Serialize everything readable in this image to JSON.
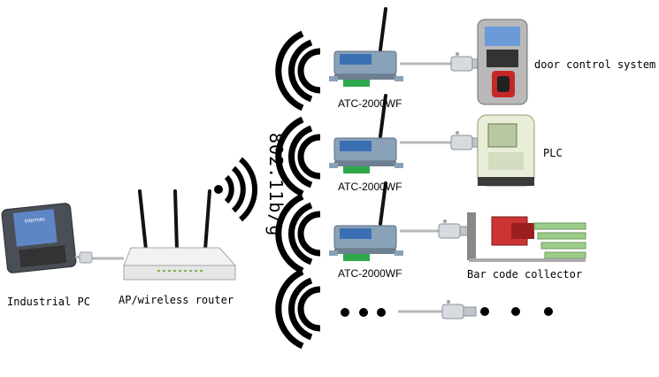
{
  "labels": {
    "industrial_pc": "Industrial PC",
    "router": "AP/wireless router",
    "door": "door control system",
    "plc": "PLC",
    "barcode": "Bar code collector",
    "standard": "802.11b/g",
    "atc_1": "ATC-2000WF",
    "atc_2": "ATC-2000WF",
    "atc_3": "ATC-2000WF"
  },
  "branding": {
    "pc_brand": "Intermec"
  },
  "colors": {
    "wifi_arc": "#000000",
    "cable": "#b8b8b8",
    "device_blue": "#3b6fb3",
    "terminal_green": "#2ea84a"
  }
}
